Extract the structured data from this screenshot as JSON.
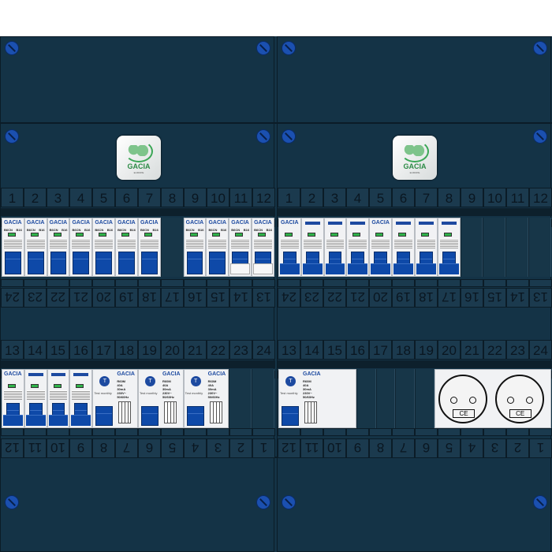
{
  "brand": "GACIA",
  "logo": {
    "brand": "GACIA",
    "sub": "EUROPE"
  },
  "colors": {
    "panel": "#143346",
    "breaker": "#0e49a8",
    "indicator": "#2fb34a"
  },
  "numbers_top": [
    "1",
    "2",
    "3",
    "4",
    "5",
    "6",
    "7",
    "8",
    "9",
    "10",
    "11",
    "12"
  ],
  "numbers_bottom": [
    "13",
    "14",
    "15",
    "16",
    "17",
    "18",
    "19",
    "20",
    "21",
    "22",
    "23",
    "24"
  ],
  "numbers_top_inv": [
    "24",
    "23",
    "22",
    "21",
    "20",
    "19",
    "18",
    "17",
    "16",
    "15",
    "14",
    "13"
  ],
  "numbers_bottom_inv": [
    "12",
    "11",
    "10",
    "9",
    "8",
    "7",
    "6",
    "5",
    "4",
    "3",
    "2",
    "1"
  ],
  "mcb": {
    "model": "B6CN",
    "rating": "B16"
  },
  "rcbo": {
    "test_button": "T",
    "test_label": "Test monthly",
    "model": "R60M",
    "rating": "40A",
    "sens": "30mA",
    "volt": "230V~",
    "freq": "50/60Hz"
  },
  "socket": {
    "mark": "CE"
  },
  "rows": {
    "left1": [
      [
        "mcb",
        1
      ],
      [
        "mcb",
        1
      ],
      [
        "mcb",
        1
      ],
      [
        "mcb",
        1
      ],
      [
        "mcb",
        1
      ],
      [
        "mcb",
        1
      ],
      [
        "mcb",
        1
      ],
      [
        "empty",
        1
      ],
      [
        "mcb",
        1
      ],
      [
        "mcb",
        1
      ],
      [
        "mcbcap",
        1
      ],
      [
        "mcbcap",
        1
      ]
    ],
    "right1": [
      [
        "rcd4",
        4
      ],
      [
        "rcd4",
        4
      ],
      [
        "empty",
        1
      ],
      [
        "empty",
        1
      ],
      [
        "empty",
        1
      ],
      [
        "empty",
        1
      ]
    ],
    "left2": [
      [
        "rcd4",
        4
      ],
      [
        "rcbo",
        2
      ],
      [
        "rcbo",
        2
      ],
      [
        "rcbo",
        2
      ],
      [
        "empty",
        1
      ],
      [
        "empty",
        1
      ]
    ],
    "right2": [
      [
        "rcbo",
        4
      ],
      [
        "empty",
        1
      ],
      [
        "empty",
        1
      ],
      [
        "empty",
        1
      ],
      [
        "empty",
        1
      ],
      [
        "socket",
        6
      ]
    ]
  }
}
